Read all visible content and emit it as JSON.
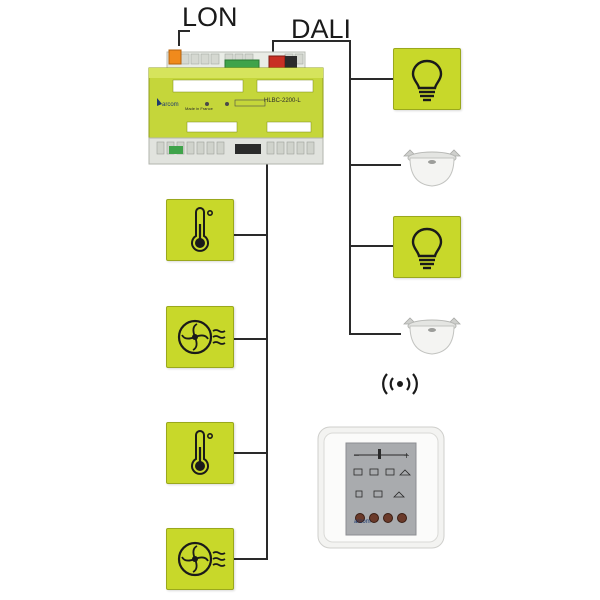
{
  "labels": {
    "lon": "LON",
    "dali": "DALI"
  },
  "controller": {
    "brand": "arcom",
    "model": "HLBC-2200-L",
    "made_in": "Made in France"
  },
  "room_panel": {
    "brand": "arcom"
  },
  "icons": {
    "dali_devices": [
      "light-bulb-icon",
      "sensor-icon",
      "light-bulb-icon",
      "sensor-icon"
    ],
    "lon_devices": [
      "thermometer-icon",
      "fan-coil-icon",
      "thermometer-icon",
      "fan-coil-icon"
    ],
    "wireless": "wireless-icon"
  },
  "colors": {
    "tile": "#c8d82a",
    "wire": "#2a2a2a",
    "controller_body": "#c5d63a"
  }
}
